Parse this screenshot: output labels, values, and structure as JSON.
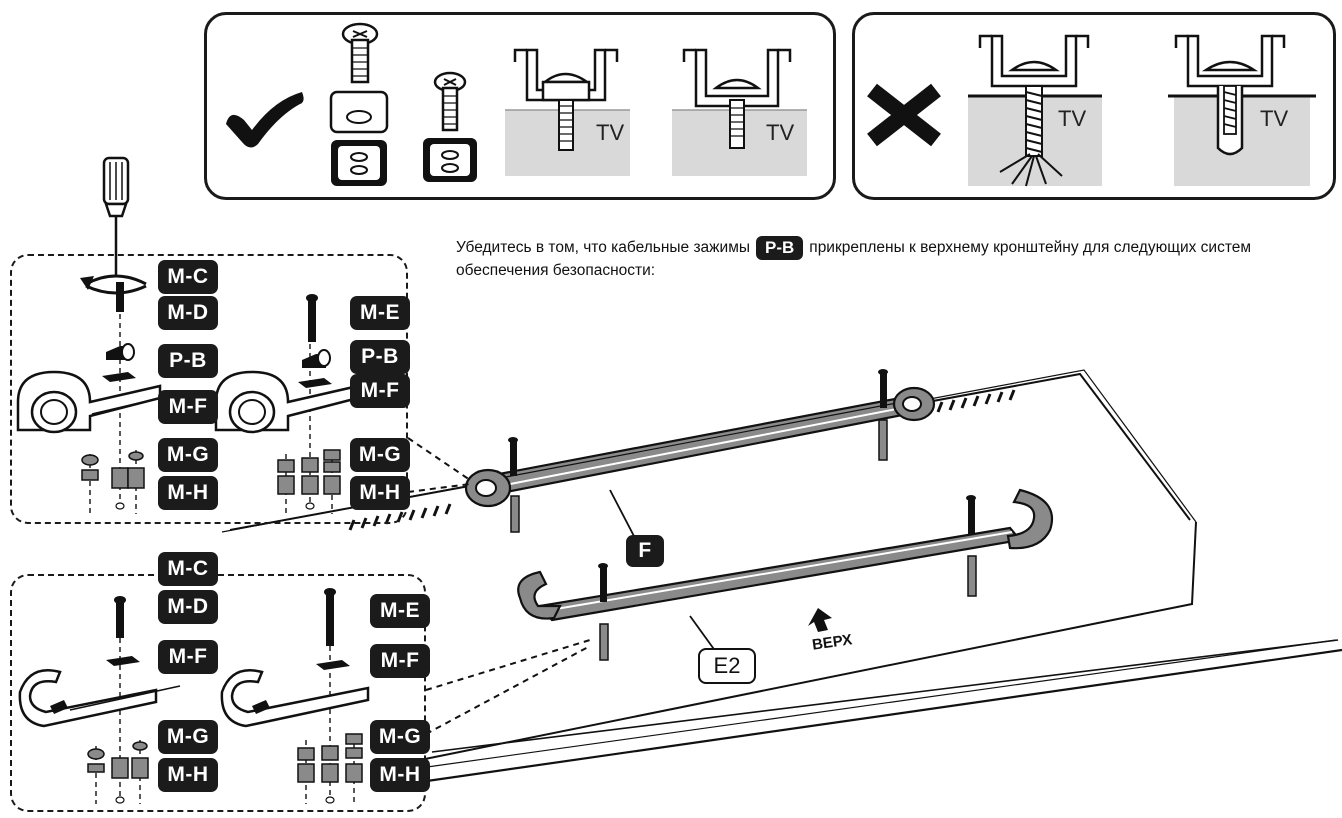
{
  "correct_panel": {
    "tv_label_1": "TV",
    "tv_label_2": "TV"
  },
  "wrong_panel": {
    "tv_label_1": "TV",
    "tv_label_2": "TV"
  },
  "instruction": {
    "before": "Убедитесь в том, что кабельные зажимы",
    "tag": "P-B",
    "after": "прикреплены к верхнему кронштейну для следующих систем обеспечения безопасности:"
  },
  "top_left_detail": {
    "left_tags": [
      "M-C",
      "M-D",
      "P-B",
      "M-F",
      "M-G",
      "M-H"
    ],
    "right_tags": [
      "M-E",
      "P-B",
      "M-F",
      "M-G",
      "M-H"
    ]
  },
  "bottom_left_detail": {
    "left_tags": [
      "M-C",
      "M-D",
      "M-F",
      "M-G",
      "M-H"
    ],
    "right_tags": [
      "M-E",
      "M-F",
      "M-G",
      "M-H"
    ]
  },
  "main": {
    "bracket_f_label": "F",
    "bracket_e2_label": "E2",
    "up_label": "ВЕРХ"
  },
  "colors": {
    "ink": "#1b1b1b",
    "tv_fill": "#d9d9d9",
    "part_gray": "#8a8a8a"
  }
}
